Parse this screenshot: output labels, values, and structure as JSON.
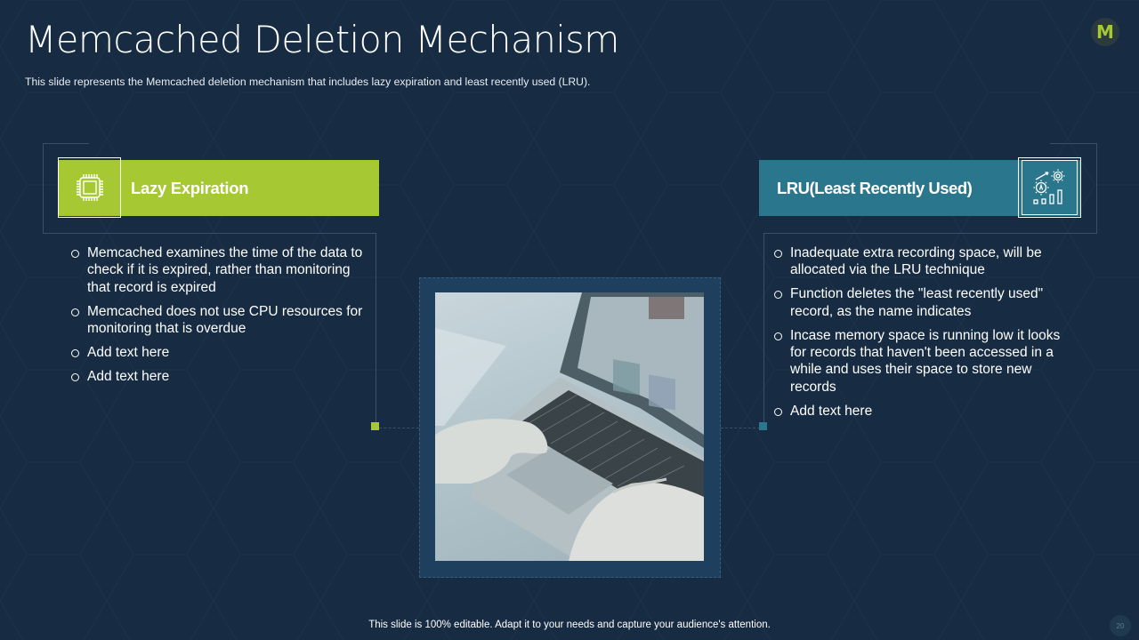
{
  "slide": {
    "title": "Memcached Deletion Mechanism",
    "subtitle": "This slide represents the Memcached deletion mechanism that includes lazy expiration and least recently used (LRU).",
    "logo_letter": "M",
    "footer": "This slide is 100% editable. Adapt it to your needs and capture your audience's attention.",
    "page_number": "20"
  },
  "colors": {
    "background": "#172c43",
    "green_accent": "#a6c832",
    "teal_accent": "#2a768c",
    "image_frame": "#1e3f5e"
  },
  "left_section": {
    "heading": "Lazy Expiration",
    "icon": "cpu-chip-icon",
    "bullets": [
      "Memcached examines the time of the data to check if it is expired, rather than monitoring that record is expired",
      "Memcached does not use CPU resources for monitoring that is overdue",
      "Add text here",
      "Add text here"
    ]
  },
  "right_section": {
    "heading": "LRU(Least Recently Used)",
    "icon": "gear-growth-chart-icon",
    "bullets": [
      "Inadequate extra recording space, will be allocated via the LRU technique",
      "Function deletes the \"least recently used\" record, as the name indicates",
      "Incase memory space is running low  it looks for records that haven't been accessed in a while and uses their space to store new records",
      "Add text here"
    ]
  },
  "center_image": {
    "description": "hands-typing-on-laptop-photo"
  }
}
